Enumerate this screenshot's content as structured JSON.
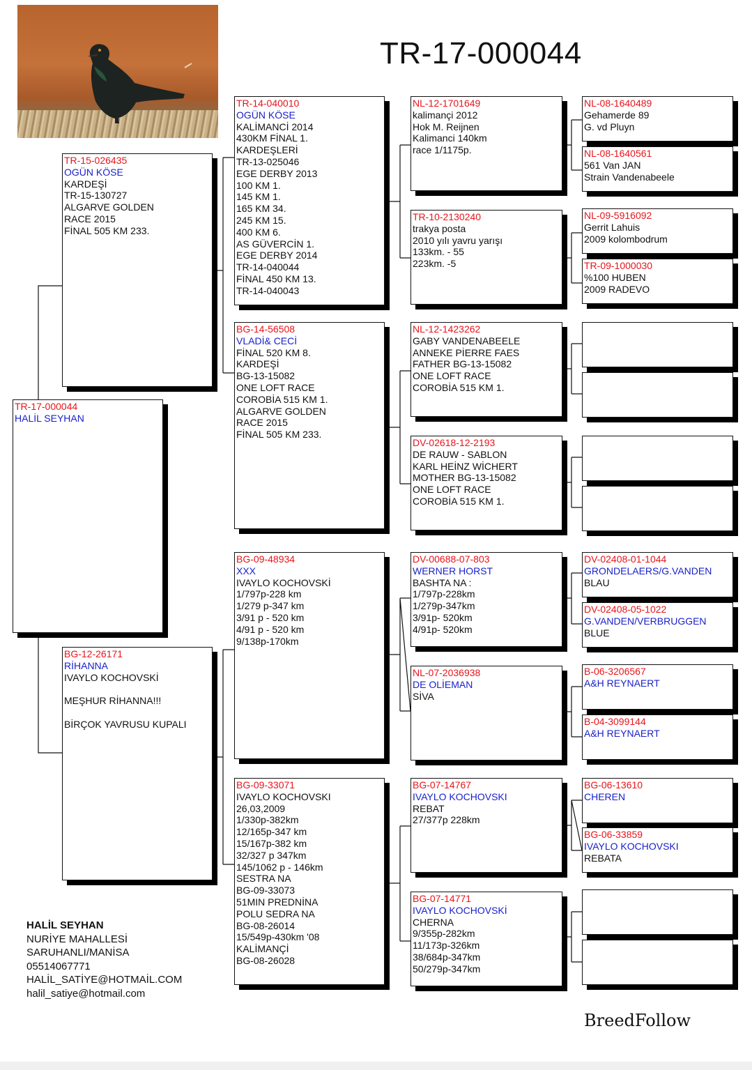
{
  "title": "TR-17-000044",
  "brand": "BreedFollow",
  "owner": {
    "name": "HALİL SEYHAN",
    "lines": [
      "NURİYE MAHALLESİ",
      "SARUHANLI/MANİSA",
      "05514067771",
      "HALİL_SATİYE@HOTMAİL.COM",
      "halil_satiye@hotmail.com"
    ]
  },
  "subject": {
    "ring": "TR-17-000044",
    "name": "HALİL SEYHAN",
    "lines": []
  },
  "sire": {
    "ring": "TR-15-026435",
    "name": "OGÜN KÖSE",
    "lines": [
      "KARDEŞİ",
      "TR-15-130727",
      "ALGARVE GOLDEN",
      "RACE 2015",
      "FİNAL 505 KM 233."
    ]
  },
  "dam": {
    "ring": "BG-12-26171",
    "name": "RİHANNA",
    "lines": [
      "IVAYLO KOCHOVSKİ",
      "",
      "MEŞHUR RİHANNA!!!",
      "",
      "BİRÇOK YAVRUSU KUPALI"
    ]
  },
  "gen2": [
    {
      "ring": "TR-14-040010",
      "name": "OGÜN KÖSE",
      "lines": [
        "KALİMANCİ 2014",
        "430KM FİNAL 1.",
        "KARDEŞLERİ",
        "TR-13-025046",
        "EGE DERBY 2013",
        "100 KM 1.",
        "145 KM 1.",
        "165 KM 34.",
        "245 KM 15.",
        "400 KM 6.",
        "AS GÜVERCİN 1.",
        "EGE DERBY 2014",
        "TR-14-040044",
        "FİNAL 450 KM 13.",
        "TR-14-040043"
      ]
    },
    {
      "ring": "BG-14-56508",
      "name": "VLADİ& CECİ",
      "lines": [
        "FİNAL 520 KM 8.",
        "KARDEŞİ",
        "BG-13-15082",
        "ONE LOFT RACE",
        "COROBİA 515 KM 1.",
        "ALGARVE GOLDEN",
        "RACE 2015",
        "FİNAL 505 KM 233."
      ]
    },
    {
      "ring": "BG-09-48934",
      "name": "XXX",
      "lines": [
        "IVAYLO KOCHOVSKİ",
        "1/797p-228 km",
        "1/279 p-347 km",
        "3/91 p - 520 km",
        "4/91 p - 520 km",
        "9/138p-170km"
      ]
    },
    {
      "ring": "BG-09-33071",
      "name": "",
      "lines": [
        "IVAYLO KOCHOVSKI",
        "26,03,2009",
        "1/330p-382km",
        "12/165p-347 km",
        "15/167p-382 km",
        "32/327 p 347km",
        "145/1062 p - 146km",
        "SESTRA NA",
        "BG-09-33073",
        "51MIN PREDNİNA",
        "POLU SEDRA NA",
        "BG-08-26014",
        "15/549p-430km '08",
        "KALİMANÇİ",
        "BG-08-26028"
      ]
    }
  ],
  "gen3": [
    {
      "ring": "NL-12-1701649",
      "name": "",
      "lines": [
        "kalimançi 2012",
        "Hok M. Reijnen",
        "Kalimanci 140km",
        "race 1/1175p."
      ]
    },
    {
      "ring": "TR-10-2130240",
      "name": "",
      "lines": [
        "trakya posta",
        "2010 yılı yavru yarışı",
        "133km. - 55",
        "223km. -5"
      ]
    },
    {
      "ring": "NL-12-1423262",
      "name": "",
      "lines": [
        "GABY VANDENABEELE",
        "ANNEKE PİERRE FAES",
        "FATHER BG-13-15082",
        "ONE LOFT RACE",
        "COROBİA 515 KM 1."
      ]
    },
    {
      "ring": "DV-02618-12-2193",
      "name": "",
      "lines": [
        "DE RAUW - SABLON",
        "KARL HEİNZ WİCHERT",
        "MOTHER BG-13-15082",
        "ONE LOFT RACE",
        "COROBİA 515 KM 1."
      ]
    },
    {
      "ring": "DV-00688-07-803",
      "name": "WERNER HORST",
      "lines": [
        "BASHTA NA :",
        "1/797p-228km",
        "1/279p-347km",
        "3/91p- 520km",
        "4/91p- 520km"
      ]
    },
    {
      "ring": "NL-07-2036938",
      "name": "DE OLİEMAN",
      "lines": [
        "SİVA"
      ]
    },
    {
      "ring": "BG-07-14767",
      "name": "IVAYLO KOCHOVSKI",
      "lines": [
        "REBAT",
        "27/377p 228km"
      ]
    },
    {
      "ring": "BG-07-14771",
      "name": "IVAYLO KOCHOVSKİ",
      "lines": [
        "CHERNA",
        " 9/355p-282km",
        "11/173p-326km",
        "38/684p-347km",
        "50/279p-347km"
      ]
    }
  ],
  "gen4": [
    {
      "ring": "NL-08-1640489",
      "name": "",
      "lines": [
        "Gehamerde 89",
        "G. vd Pluyn"
      ]
    },
    {
      "ring": "NL-08-1640561",
      "name": "",
      "lines": [
        "561 Van JAN",
        "Strain  Vandenabeele"
      ]
    },
    {
      "ring": "NL-09-5916092",
      "name": "",
      "lines": [
        "Gerrit  Lahuis",
        "2009 kolombodrum"
      ]
    },
    {
      "ring": "TR-09-1000030",
      "name": "",
      "lines": [
        "%100  HUBEN",
        "2009 RADEVO"
      ]
    },
    {
      "ring": "",
      "name": "",
      "lines": []
    },
    {
      "ring": "",
      "name": "",
      "lines": []
    },
    {
      "ring": "",
      "name": "",
      "lines": []
    },
    {
      "ring": "",
      "name": "",
      "lines": []
    },
    {
      "ring": "DV-02408-01-1044",
      "name": "GRONDELAERS/G.VANDEN",
      "lines": [
        "BLAU"
      ]
    },
    {
      "ring": "DV-02408-05-1022",
      "name": "G.VANDEN/VERBRUGGEN",
      "lines": [
        "BLUE"
      ]
    },
    {
      "ring": "B-06-3206567",
      "name": "A&H  REYNAERT",
      "lines": []
    },
    {
      "ring": "B-04-3099144",
      "name": "A&H  REYNAERT",
      "lines": []
    },
    {
      "ring": "BG-06-13610",
      "name": "CHEREN",
      "lines": []
    },
    {
      "ring": "BG-06-33859",
      "name": "IVAYLO KOCHOVSKI",
      "lines": [
        "REBATA"
      ]
    },
    {
      "ring": "",
      "name": "",
      "lines": []
    },
    {
      "ring": "",
      "name": "",
      "lines": []
    }
  ]
}
